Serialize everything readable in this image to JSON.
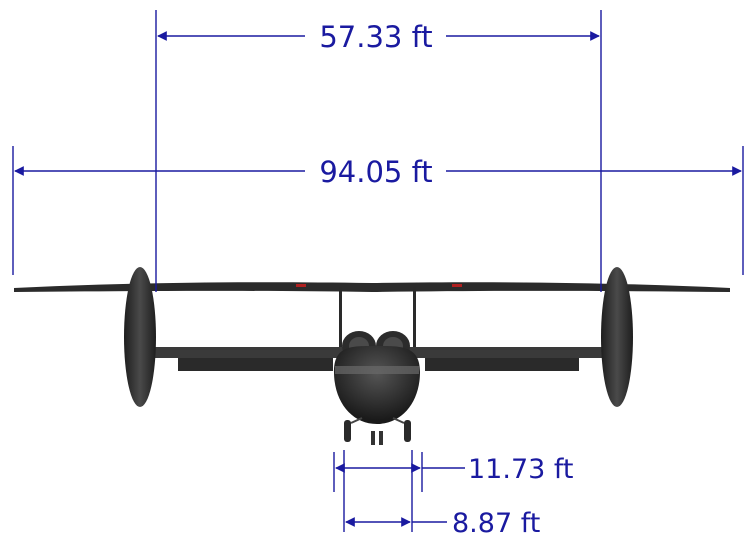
{
  "dimensions": {
    "boom_span": "57.33 ft",
    "wing_span": "94.05 ft",
    "gear_outer": "11.73 ft",
    "gear_inner": "8.87 ft"
  },
  "colors": {
    "dimension_line": "#1a1aa0",
    "aircraft_body": "#2a2a2a",
    "aircraft_highlight": "#5a5a5a"
  }
}
